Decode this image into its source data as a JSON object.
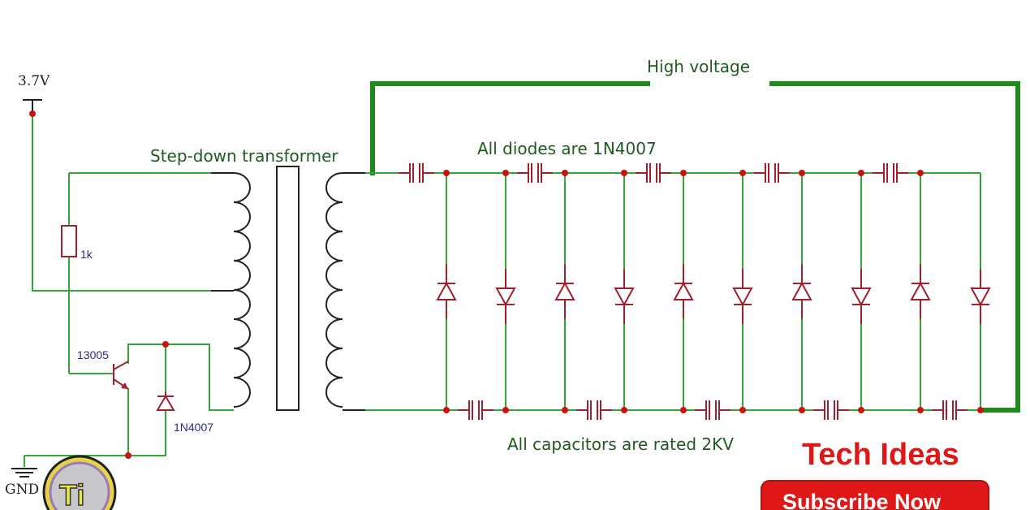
{
  "labels": {
    "supply": "3.7V",
    "ground": "GND",
    "resistor": "1k",
    "transistor": "13005",
    "diode": "1N4007",
    "transformer": "Step-down transformer",
    "high_voltage": "High voltage",
    "diodes_note": "All diodes are 1N4007",
    "caps_note": "All capacitors are rated 2KV"
  },
  "brand": {
    "name": "Tech Ideas",
    "subscribe": "Subscribe Now",
    "logo_letters": "Ti"
  },
  "colors": {
    "wire": "#34a834",
    "component": "#a0202e",
    "node": "#cc1111",
    "hv_wire": "#1e8a1e",
    "brand_red": "#e01717"
  },
  "multiplier": {
    "stages": 5,
    "diodes": 10,
    "capacitors": 10
  }
}
